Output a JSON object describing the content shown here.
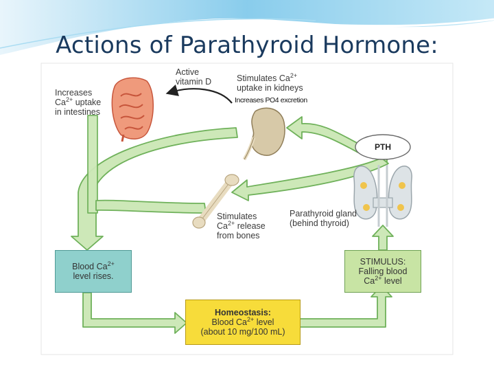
{
  "slide": {
    "title": "Actions of Parathyroid Hormone:"
  },
  "diagram": {
    "intestine_label": {
      "line1": "Increases",
      "line2_pre": "Ca",
      "line2_sup": "2+",
      "line2_post": " uptake",
      "line3": "in intestines"
    },
    "vitamin_d_label": {
      "line1": "Active",
      "line2": "vitamin D"
    },
    "kidney_label": {
      "line1_pre": "Stimulates Ca",
      "line1_sup": "2+",
      "line2": "uptake in kidneys"
    },
    "phosphate_note": "Increases PO4 excretion",
    "pth_label": "PTH",
    "bone_label": {
      "line1": "Stimulates",
      "line2_pre": "Ca",
      "line2_sup": "2+",
      "line2_post": " release",
      "line3": "from bones"
    },
    "gland_label": {
      "line1": "Parathyroid gland",
      "line2": "(behind thyroid)"
    },
    "blood_rises_box": {
      "line1_pre": "Blood Ca",
      "line1_sup": "2+",
      "line2": "level rises."
    },
    "stimulus_box": {
      "line1": "STIMULUS:",
      "line2": "Falling blood",
      "line3_pre": "Ca",
      "line3_sup": "2+",
      "line3_post": " level"
    },
    "homeostasis_box": {
      "line1": "Homeostasis:",
      "line2_pre": "Blood Ca",
      "line2_sup": "2+",
      "line2_post": " level",
      "line3": "(about 10 mg/100 mL)"
    }
  },
  "colors": {
    "title": "#1a3a5e",
    "arrow_fill": "#cde8b8",
    "arrow_stroke": "#6fb15a",
    "blood_box": "#8fd0cc",
    "stimulus_box": "#c8e4a4",
    "homeostasis_box": "#f7dc3a",
    "pth_oval": "#ffffff",
    "header_swoosh": "#5fb8e0"
  },
  "icons": [
    "intestine-icon",
    "kidney-icon",
    "bone-icon",
    "parathyroid-gland-icon"
  ]
}
